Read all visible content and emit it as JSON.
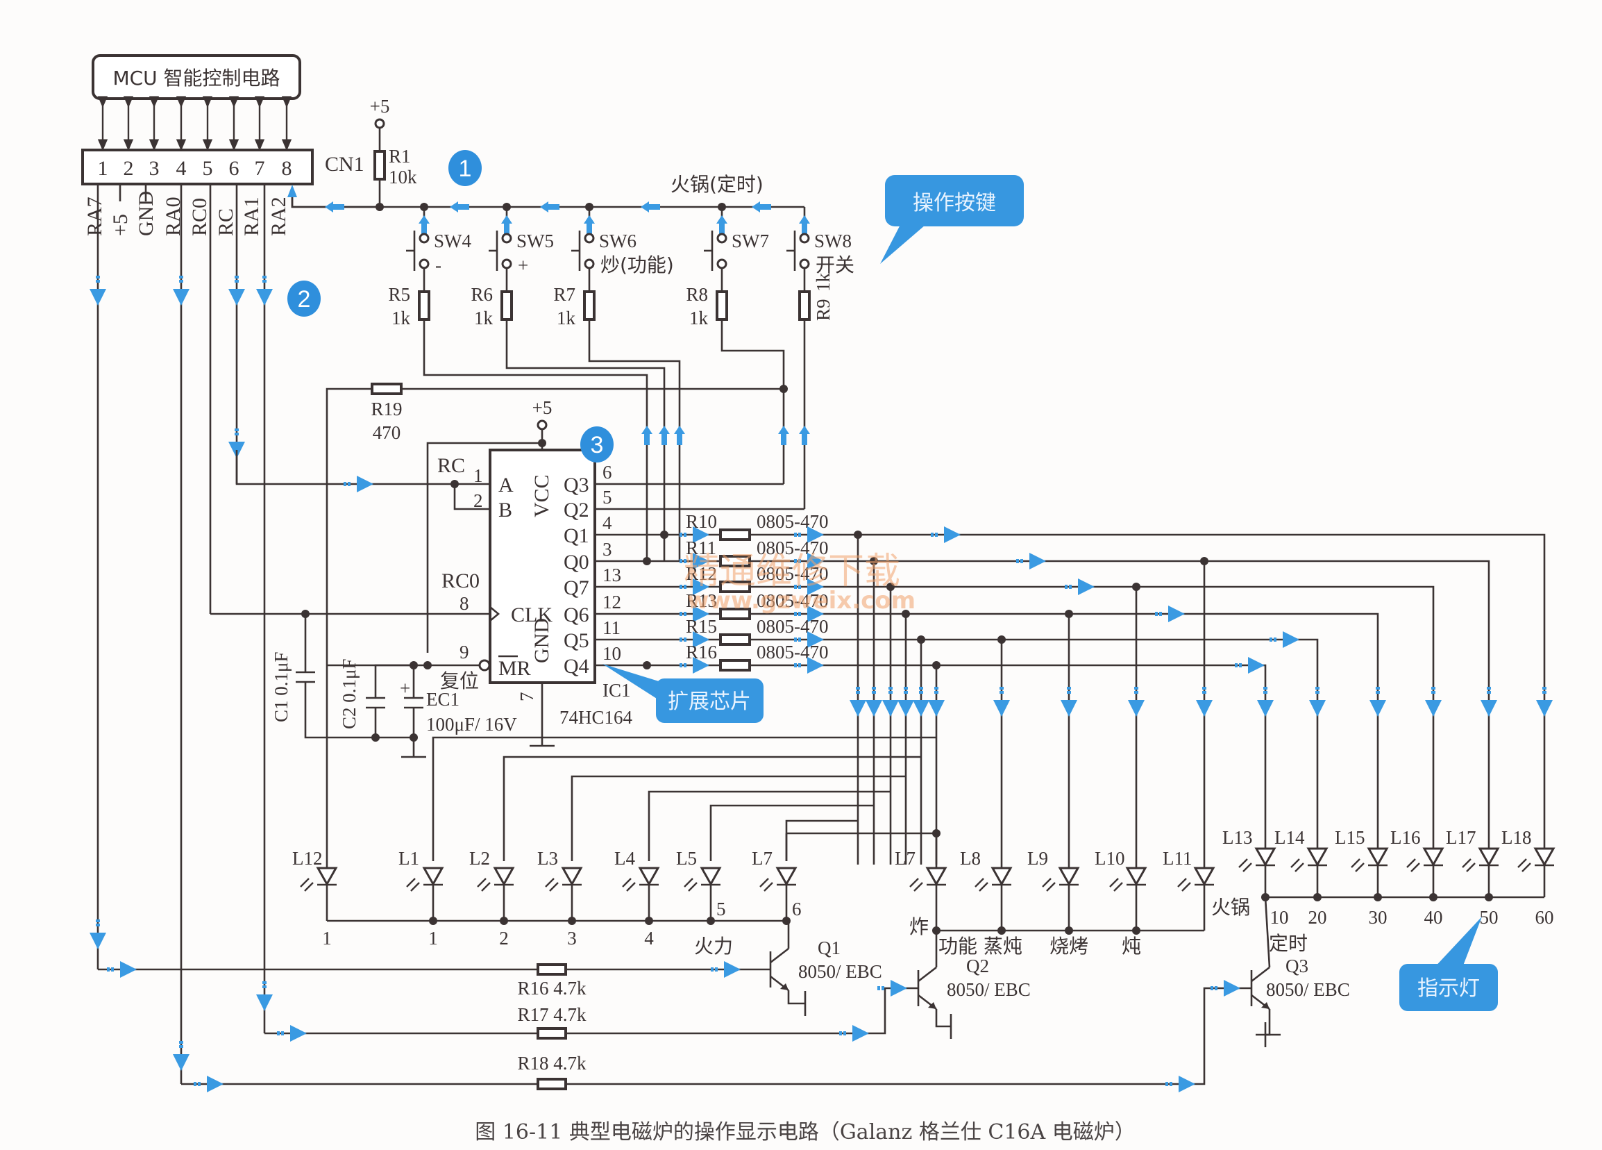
{
  "mcu_block": {
    "label": "MCU 智能控制电路"
  },
  "connector": {
    "name": "CN1",
    "pins": [
      "1",
      "2",
      "3",
      "4",
      "5",
      "6",
      "7",
      "8"
    ],
    "signals": [
      "RA7",
      "+5",
      "GND",
      "RA0",
      "RC0",
      "RC",
      "RA1",
      "RA2"
    ]
  },
  "supply": {
    "vcc_label": "+5"
  },
  "pullup": {
    "name": "R1",
    "value": "10k"
  },
  "badges": [
    "1",
    "2",
    "3"
  ],
  "key_bus_label": "火锅(定时)",
  "switches": [
    {
      "name": "SW4",
      "function": "-"
    },
    {
      "name": "SW5",
      "function": "+"
    },
    {
      "name": "SW6",
      "function": "炒(功能)"
    },
    {
      "name": "SW7",
      "function": ""
    },
    {
      "name": "SW8",
      "function": "开关"
    }
  ],
  "switch_resistors": [
    {
      "name": "R5",
      "value": "1k"
    },
    {
      "name": "R6",
      "value": "1k"
    },
    {
      "name": "R7",
      "value": "1k"
    },
    {
      "name": "R8",
      "value": "1k"
    },
    {
      "name": "R9",
      "value": "1k"
    }
  ],
  "r19": {
    "name": "R19",
    "value": "470"
  },
  "ic": {
    "ref": "IC1",
    "part": "74HC164",
    "vcc_label": "+5",
    "left_pins": [
      {
        "net": "RC",
        "num": "1",
        "pin": "A"
      },
      {
        "net": "",
        "num": "2",
        "pin": "B"
      },
      {
        "net": "RC0",
        "num": "8",
        "pin": "CLK"
      },
      {
        "net": "",
        "num": "9",
        "pin": "MR"
      }
    ],
    "internal_labels": {
      "vcc": "VCC",
      "gnd": "GND"
    },
    "reset_label": "复位",
    "gnd_pin": "7",
    "outputs": [
      {
        "pin": "Q3",
        "num": "6"
      },
      {
        "pin": "Q2",
        "num": "5"
      },
      {
        "pin": "Q1",
        "num": "4"
      },
      {
        "pin": "Q0",
        "num": "3"
      },
      {
        "pin": "Q7",
        "num": "13"
      },
      {
        "pin": "Q6",
        "num": "12"
      },
      {
        "pin": "Q5",
        "num": "11"
      },
      {
        "pin": "Q4",
        "num": "10"
      }
    ]
  },
  "caps": [
    {
      "name": "C1",
      "value": "0.1μF"
    },
    {
      "name": "C2",
      "value": "0.1μF"
    },
    {
      "name": "EC1",
      "value": "100μF/ 16V"
    }
  ],
  "series_resistors": [
    {
      "name": "R10",
      "value": "0805-470"
    },
    {
      "name": "R11",
      "value": "0805-470"
    },
    {
      "name": "R12",
      "value": "0805-470"
    },
    {
      "name": "R13",
      "value": "0805-470"
    },
    {
      "name": "R15",
      "value": "0805-470"
    },
    {
      "name": "R16",
      "value": "0805-470"
    }
  ],
  "leds_group1": [
    {
      "name": "L12",
      "tag": "1"
    },
    {
      "name": "L1",
      "tag": "1"
    },
    {
      "name": "L2",
      "tag": "2"
    },
    {
      "name": "L3",
      "tag": "3"
    },
    {
      "name": "L4",
      "tag": "4"
    },
    {
      "name": "L5",
      "tag": "5"
    },
    {
      "name": "L7",
      "tag": "6"
    }
  ],
  "group1_label": "火力",
  "leds_group2": [
    {
      "name": "L7",
      "tag": "炸"
    },
    {
      "name": "L8",
      "tag": "功能 蒸炖"
    },
    {
      "name": "L9",
      "tag": "烧烤"
    },
    {
      "name": "L10",
      "tag": "炖"
    },
    {
      "name": "L11",
      "tag": "火锅"
    }
  ],
  "leds_group3": [
    {
      "name": "L13",
      "tag": "10"
    },
    {
      "name": "L14",
      "tag": "20"
    },
    {
      "name": "L15",
      "tag": "30"
    },
    {
      "name": "L16",
      "tag": "40"
    },
    {
      "name": "L17",
      "tag": "50"
    },
    {
      "name": "L18",
      "tag": "60"
    }
  ],
  "group3_label": "定时",
  "transistors": [
    {
      "name": "Q1",
      "type": "8050/ EBC"
    },
    {
      "name": "Q2",
      "type": "8050/ EBC"
    },
    {
      "name": "Q3",
      "type": "8050/ EBC"
    }
  ],
  "base_resistors": [
    {
      "name": "R16",
      "value": "4.7k"
    },
    {
      "name": "R17",
      "value": "4.7k"
    },
    {
      "name": "R18",
      "value": "4.7k"
    }
  ],
  "callouts": {
    "keys": "操作按键",
    "chip": "扩展芯片",
    "lights": "指示灯"
  },
  "watermark": {
    "line1": "精通维修下载",
    "line2": "www.gzweix.com"
  },
  "caption": "图 16-11   典型电磁炉的操作显示电路（Galanz 格兰仕 C16A 电磁炉）",
  "colors": {
    "accent": "#3a9ae2",
    "wire": "#3b3333",
    "watermark": "#f2a36c"
  }
}
